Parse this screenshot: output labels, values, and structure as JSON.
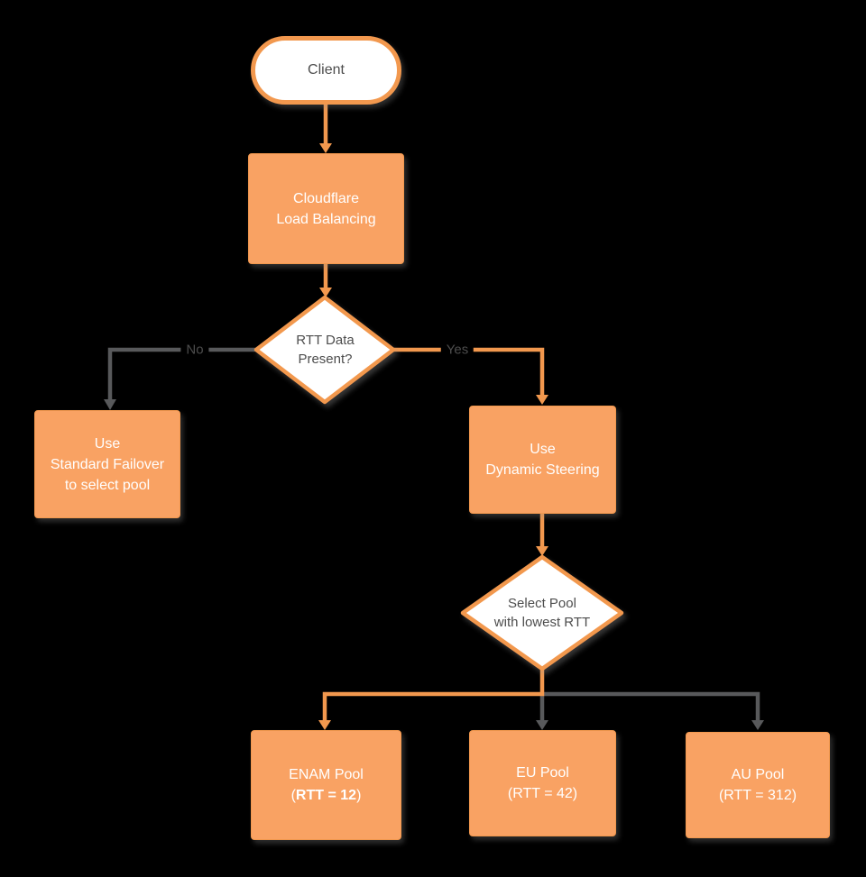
{
  "colors": {
    "accent_fill": "#F9A263",
    "accent_stroke": "#F2984E",
    "gray_line": "#58595B",
    "dark_text": "#4D4D4D",
    "background": "#000000"
  },
  "nodes": {
    "client": {
      "label": "Client"
    },
    "load_balancing": {
      "line1": "Cloudflare",
      "line2": "Load Balancing"
    },
    "rtt_decision": {
      "line1": "RTT Data",
      "line2": "Present?"
    },
    "standard_failover": {
      "line1": "Use",
      "line2": "Standard Failover",
      "line3": "to select pool"
    },
    "dynamic_steering": {
      "line1": "Use",
      "line2": "Dynamic Steering"
    },
    "select_pool": {
      "line1": "Select Pool",
      "line2": "with lowest RTT"
    },
    "enam_pool": {
      "line1": "ENAM Pool",
      "paren_open": "(",
      "rtt_bold": "RTT = 12",
      "paren_close": ")"
    },
    "eu_pool": {
      "line1": "EU Pool",
      "line2": "(RTT = 42)"
    },
    "au_pool": {
      "line1": "AU Pool",
      "line2": "(RTT = 312)"
    }
  },
  "edge_labels": {
    "no": "No",
    "yes": "Yes"
  }
}
